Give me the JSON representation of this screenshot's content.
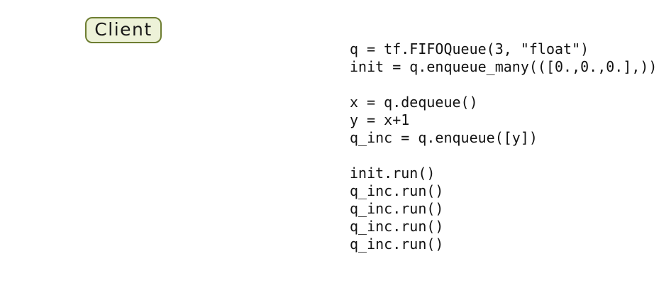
{
  "figure": {
    "client_badge": {
      "label": "Client",
      "fill_color": "#edf2d8",
      "border_color": "#6e7e32"
    },
    "code": {
      "language": "python",
      "lines": [
        "q = tf.FIFOQueue(3, \"float\")",
        "init = q.enqueue_many(([0.,0.,0.],))",
        "",
        "x = q.dequeue()",
        "y = x+1",
        "q_inc = q.enqueue([y])",
        "",
        "init.run()",
        "q_inc.run()",
        "q_inc.run()",
        "q_inc.run()",
        "q_inc.run()"
      ]
    }
  }
}
